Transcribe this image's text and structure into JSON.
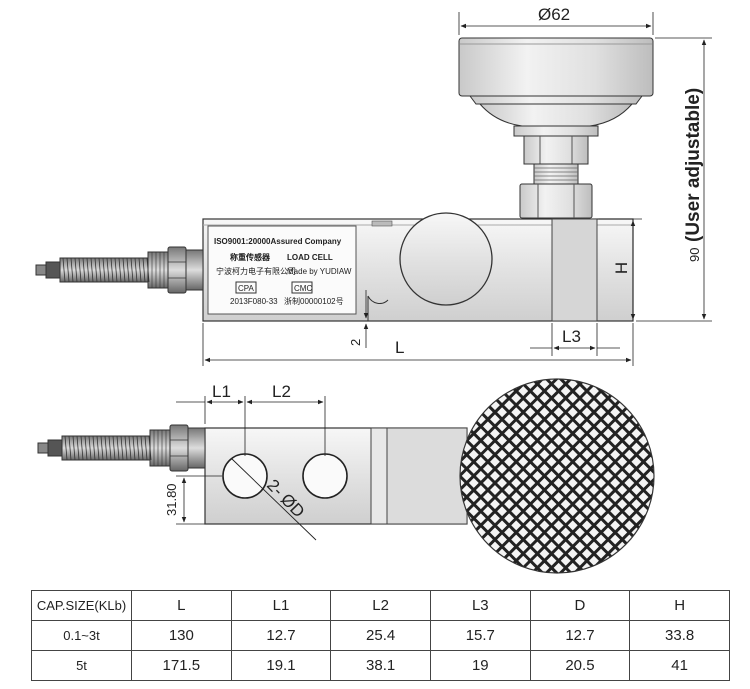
{
  "top_view": {
    "diameter_label": "Ø62",
    "height_value": "90",
    "height_note": "(User adjustable)",
    "dim_H": "H",
    "dim_L": "L",
    "dim_L3": "L3",
    "dim_2": "2",
    "nameplate": {
      "line1": "ISO9001:20000Assured  Company",
      "line2_cn": "称重传感器",
      "line2_en": "LOAD CELL",
      "line3_cn": "宁波柯力电子有限公司",
      "line3_en": "Made by YUDIAW",
      "mark_left": "CPA",
      "mark_right": "CMC",
      "code_left": "2013F080-33",
      "code_right": "浙制00000102号"
    }
  },
  "bottom_view": {
    "dim_L1": "L1",
    "dim_L2": "L2",
    "dim_31_80": "31.80",
    "hole_label": "2- ØD"
  },
  "spec_table": {
    "headers": [
      "CAP.SIZE(KLb)",
      "L",
      "L1",
      "L2",
      "L3",
      "D",
      "H"
    ],
    "rows": [
      [
        "0.1~3t",
        "130",
        "12.7",
        "25.4",
        "15.7",
        "12.7",
        "33.8"
      ],
      [
        "5t",
        "171.5",
        "19.1",
        "38.1",
        "19",
        "20.5",
        "41"
      ]
    ]
  }
}
